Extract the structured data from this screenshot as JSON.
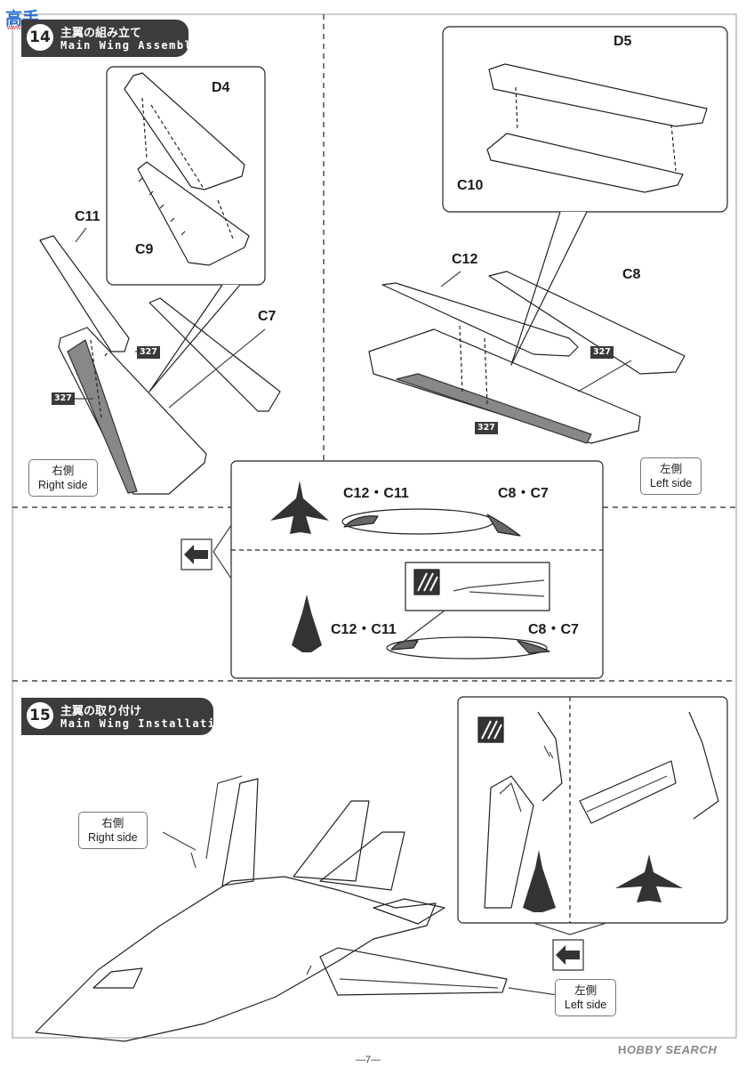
{
  "site_mark": {
    "chinese": "高手",
    "url": "www.gaoshou.com"
  },
  "step14": {
    "number": "14",
    "title_jp": "主翼の組み立て",
    "title_en": "Main Wing Assembly"
  },
  "step15": {
    "number": "15",
    "title_jp": "主翼の取り付け",
    "title_en": "Main Wing Installation"
  },
  "part_labels": {
    "d4": "D4",
    "c9": "C9",
    "c11": "C11",
    "c7": "C7",
    "d5": "D5",
    "c10": "C10",
    "c12": "C12",
    "c8": "C8"
  },
  "paint_code": "327",
  "side_labels": {
    "right_jp": "右側",
    "right_en": "Right side",
    "left_jp": "左側",
    "left_en": "Left side"
  },
  "profile_labels": {
    "top_left": "C12・C11",
    "top_right": "C8・C7",
    "bottom_left": "C12・C11",
    "bottom_right": "C8・C7"
  },
  "footer": {
    "page": "—7—",
    "watermark_prefix": "H",
    "watermark_brand": "OBBY SEARCH"
  }
}
